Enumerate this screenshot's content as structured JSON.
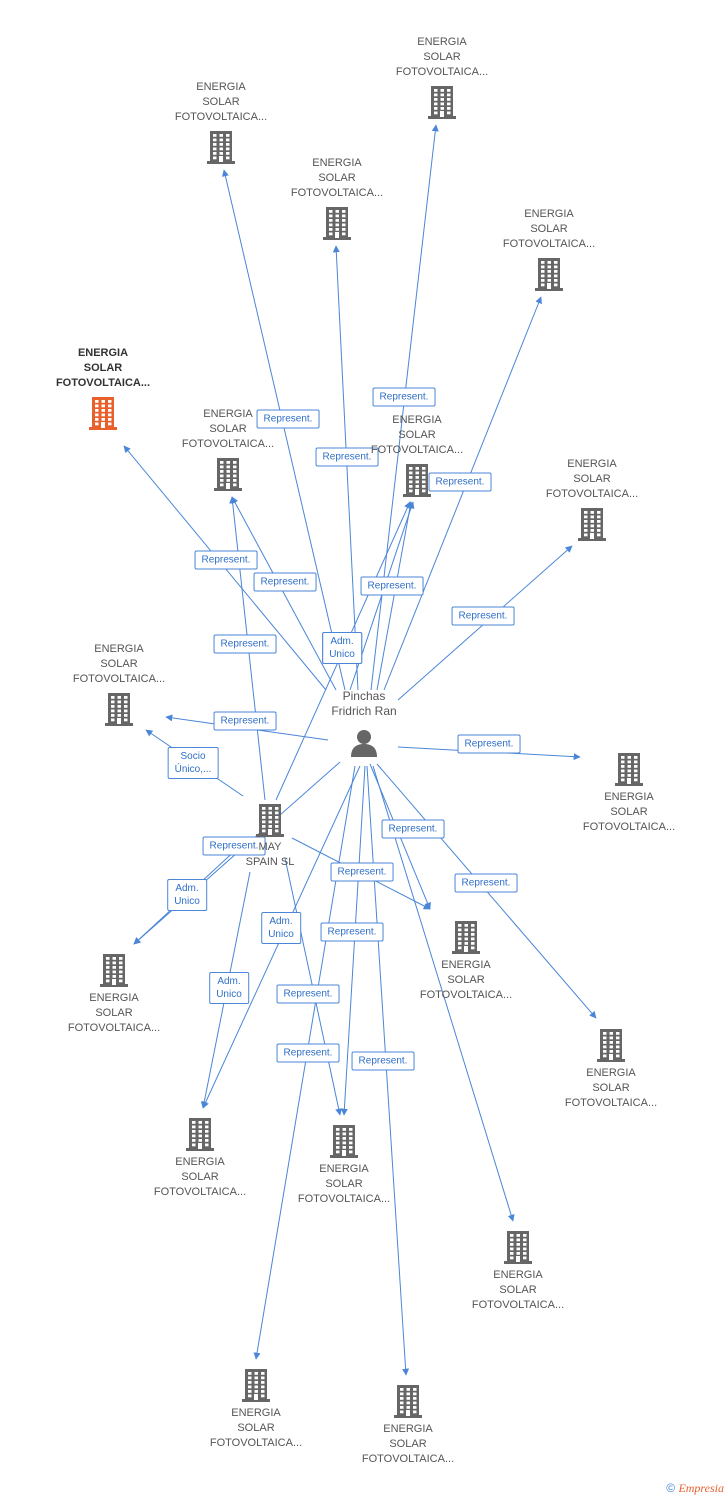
{
  "person": {
    "name": "Pinchas Fridrich Ran",
    "icon": "person-icon"
  },
  "companies": [
    {
      "id": "focus",
      "label": "ENERGIA SOLAR FOTOVOLTAICA...",
      "focus": true,
      "color": "#e8612c",
      "icon": "building-icon"
    },
    {
      "id": "c_top1",
      "label": "ENERGIA SOLAR FOTOVOLTAICA...",
      "color": "#666666",
      "icon": "building-icon"
    },
    {
      "id": "c_top2",
      "label": "ENERGIA SOLAR FOTOVOLTAICA...",
      "color": "#666666",
      "icon": "building-icon"
    },
    {
      "id": "c_top3",
      "label": "ENERGIA SOLAR FOTOVOLTAICA...",
      "color": "#666666",
      "icon": "building-icon"
    },
    {
      "id": "c_top4",
      "label": "ENERGIA SOLAR FOTOVOLTAICA...",
      "color": "#666666",
      "icon": "building-icon"
    },
    {
      "id": "c_mid1",
      "label": "ENERGIA SOLAR FOTOVOLTAICA...",
      "color": "#666666",
      "icon": "building-icon"
    },
    {
      "id": "c_mid2",
      "label": "ENERGIA SOLAR FOTOVOLTAICA...",
      "color": "#666666",
      "icon": "building-icon"
    },
    {
      "id": "c_mid3",
      "label": "ENERGIA SOLAR FOTOVOLTAICA...",
      "color": "#666666",
      "icon": "building-icon"
    },
    {
      "id": "c_left",
      "label": "ENERGIA SOLAR FOTOVOLTAICA...",
      "color": "#666666",
      "icon": "building-icon"
    },
    {
      "id": "c_right",
      "label": "ENERGIA SOLAR FOTOVOLTAICA...",
      "color": "#666666",
      "icon": "building-icon"
    },
    {
      "id": "may",
      "label": "MAY SPAIN SL",
      "color": "#666666",
      "icon": "building-icon"
    },
    {
      "id": "c_center",
      "label": "ENERGIA SOLAR FOTOVOLTAICA...",
      "color": "#666666",
      "icon": "building-icon"
    },
    {
      "id": "c_bl1",
      "label": "ENERGIA SOLAR FOTOVOLTAICA...",
      "color": "#666666",
      "icon": "building-icon"
    },
    {
      "id": "c_br1",
      "label": "ENERGIA SOLAR FOTOVOLTAICA...",
      "color": "#666666",
      "icon": "building-icon"
    },
    {
      "id": "c_bl2",
      "label": "ENERGIA SOLAR FOTOVOLTAICA...",
      "color": "#666666",
      "icon": "building-icon"
    },
    {
      "id": "c_bm",
      "label": "ENERGIA SOLAR FOTOVOLTAICA...",
      "color": "#666666",
      "icon": "building-icon"
    },
    {
      "id": "c_br2",
      "label": "ENERGIA SOLAR FOTOVOLTAICA...",
      "color": "#666666",
      "icon": "building-icon"
    },
    {
      "id": "c_b1",
      "label": "ENERGIA SOLAR FOTOVOLTAICA...",
      "color": "#666666",
      "icon": "building-icon"
    },
    {
      "id": "c_b2",
      "label": "ENERGIA SOLAR FOTOVOLTAICA...",
      "color": "#666666",
      "icon": "building-icon"
    }
  ],
  "edges": [
    {
      "label": "Represent."
    },
    {
      "label": "Represent."
    },
    {
      "label": "Represent."
    },
    {
      "label": "Represent."
    },
    {
      "label": "Represent."
    },
    {
      "label": "Represent."
    },
    {
      "label": "Represent."
    },
    {
      "label": "Adm. Unico"
    },
    {
      "label": "Represent."
    },
    {
      "label": "Represent."
    },
    {
      "label": "Socio Único,..."
    },
    {
      "label": "Represent."
    },
    {
      "label": "Represent."
    },
    {
      "label": "Adm. Unico"
    },
    {
      "label": "Represent."
    },
    {
      "label": "Adm. Unico"
    },
    {
      "label": "Represent."
    },
    {
      "label": "Represent."
    },
    {
      "label": "Represent."
    },
    {
      "label": "Adm. Unico"
    },
    {
      "label": "Represent."
    },
    {
      "label": "Adm. Unico"
    },
    {
      "label": "Represent."
    },
    {
      "label": "Represent."
    },
    {
      "label": "Represent."
    }
  ],
  "footer": {
    "copyright": "©",
    "brand": "Empresia"
  },
  "colors": {
    "edge": "#4a86d8",
    "node": "#666666",
    "focus": "#e8612c"
  }
}
